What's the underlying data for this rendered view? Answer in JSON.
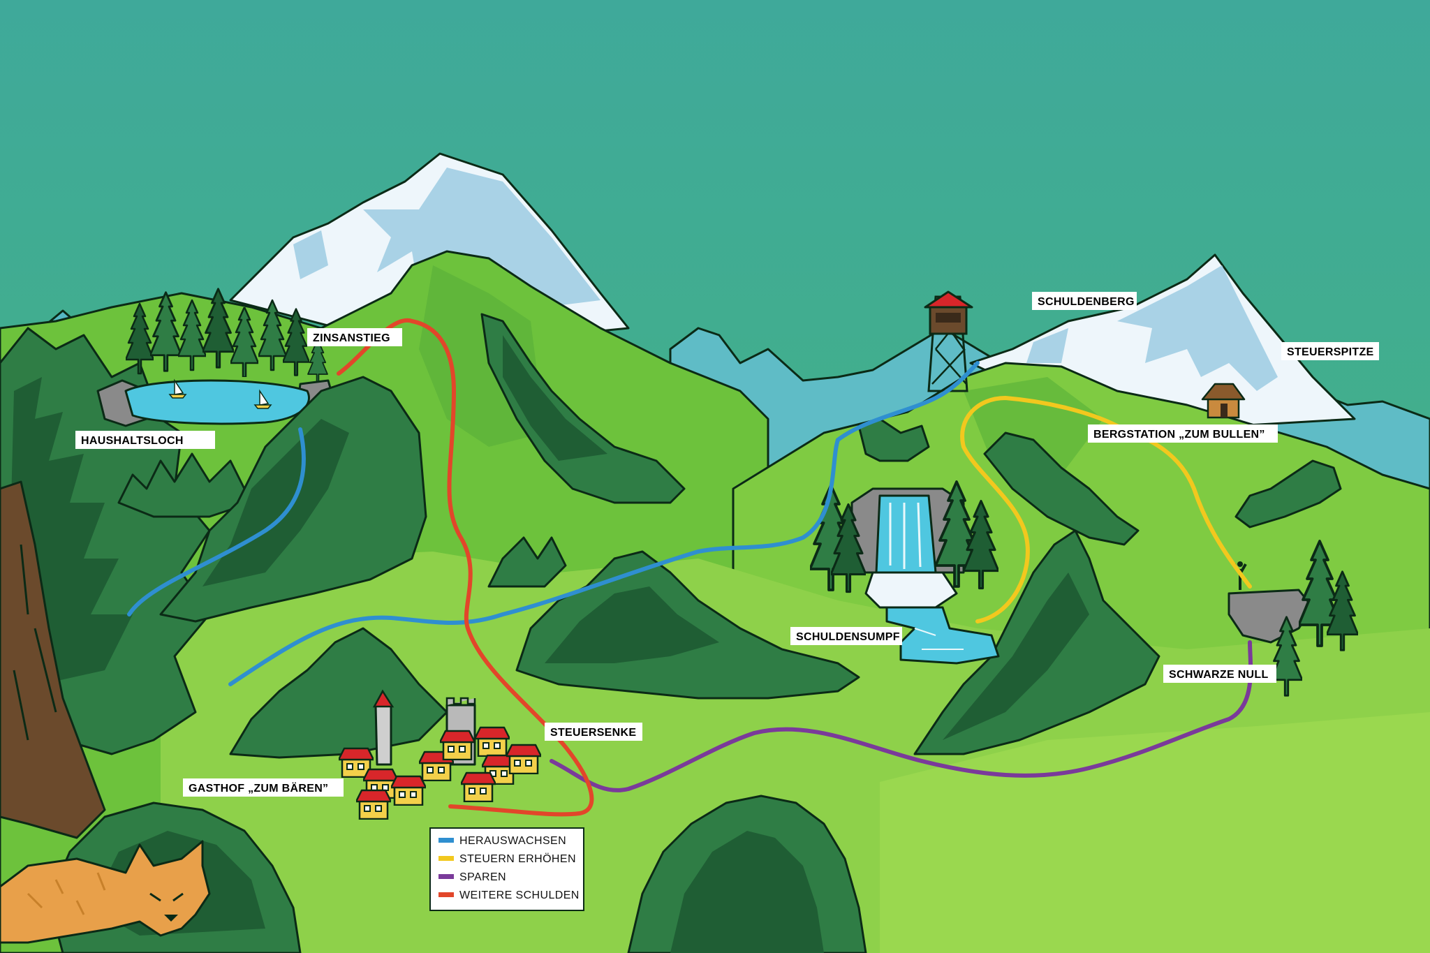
{
  "map": {
    "places": {
      "zinsanstieg": "ZINSANSTIEG",
      "haushaltsloch": "HAUSHALTSLOCH",
      "schuldenberg": "SCHULDENBERG",
      "steuerspitze": "STEUERSPITZE",
      "bergstation": "BERGSTATION „ZUM BULLEN”",
      "schuldensumpf": "SCHULDENSUMPF",
      "schwarze_null": "SCHWARZE NULL",
      "steuersenke": "STEUERSENKE",
      "gasthof": "GASTHOF „ZUM BÄREN”"
    },
    "legend": [
      {
        "label": "HERAUSWACHSEN",
        "color": "#2f8fd0"
      },
      {
        "label": "STEUERN ERHÖHEN",
        "color": "#f2c81e"
      },
      {
        "label": "SPAREN",
        "color": "#7a3a9a"
      },
      {
        "label": "WEITERE SCHULDEN",
        "color": "#e2462a"
      }
    ],
    "colors": {
      "sky_top": "#3fae96",
      "sky_bottom": "#3fb27a",
      "grass_light": "#8ed14a",
      "grass_mid": "#6fc23e",
      "grass_dark": "#4a9b3a",
      "forest": "#2f7d45",
      "forest_dark": "#1d5a31",
      "snow": "#eef6fb",
      "snow_shadow": "#a9d2e6",
      "water": "#4fc7e0",
      "rock": "#8a8a8a",
      "roof": "#d8262a",
      "house": "#f3d04a",
      "fox": "#e8a04a"
    },
    "icons": [
      "tower-icon",
      "hut-icon",
      "person-icon",
      "village-icon",
      "fox-icon",
      "sailboat-icon",
      "waterfall-icon"
    ]
  }
}
